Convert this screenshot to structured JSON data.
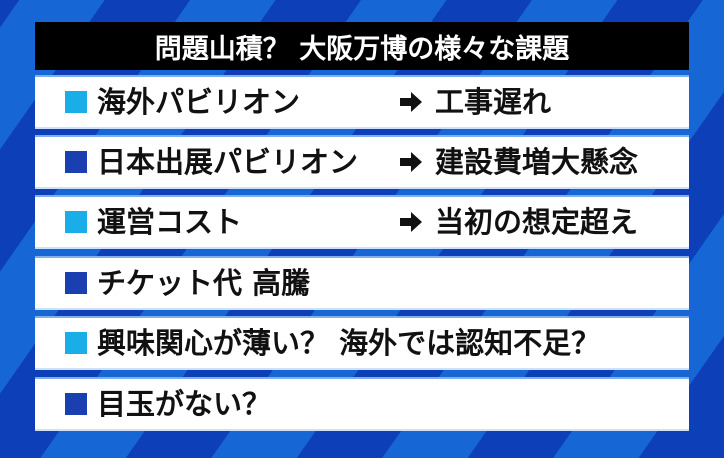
{
  "title": "問題山積？ 大阪万博の様々な課題",
  "colors": {
    "marker_cyan": "#1aaee8",
    "marker_dark": "#1a3fb0",
    "title_bg": "#000000",
    "row_bg": "#ffffff",
    "bg_stripe_a": "#0d3fb8",
    "bg_stripe_b": "#1766d6"
  },
  "rows": [
    {
      "marker": "cyan",
      "label": "海外パビリオン",
      "arrow": "right-arrow-icon",
      "result": "工事遅れ"
    },
    {
      "marker": "dark",
      "label": "日本出展パビリオン",
      "arrow": "right-arrow-icon",
      "result": "建設費増大懸念"
    },
    {
      "marker": "cyan",
      "label": "運営コスト",
      "arrow": "right-arrow-icon",
      "result": "当初の想定超え"
    },
    {
      "marker": "dark",
      "label": "チケット代 高騰",
      "arrow": null,
      "result": null
    },
    {
      "marker": "cyan",
      "label": "興味関心が薄い？ 海外では認知不足？",
      "arrow": null,
      "result": null
    },
    {
      "marker": "dark",
      "label": "目玉がない？",
      "arrow": null,
      "result": null
    }
  ]
}
